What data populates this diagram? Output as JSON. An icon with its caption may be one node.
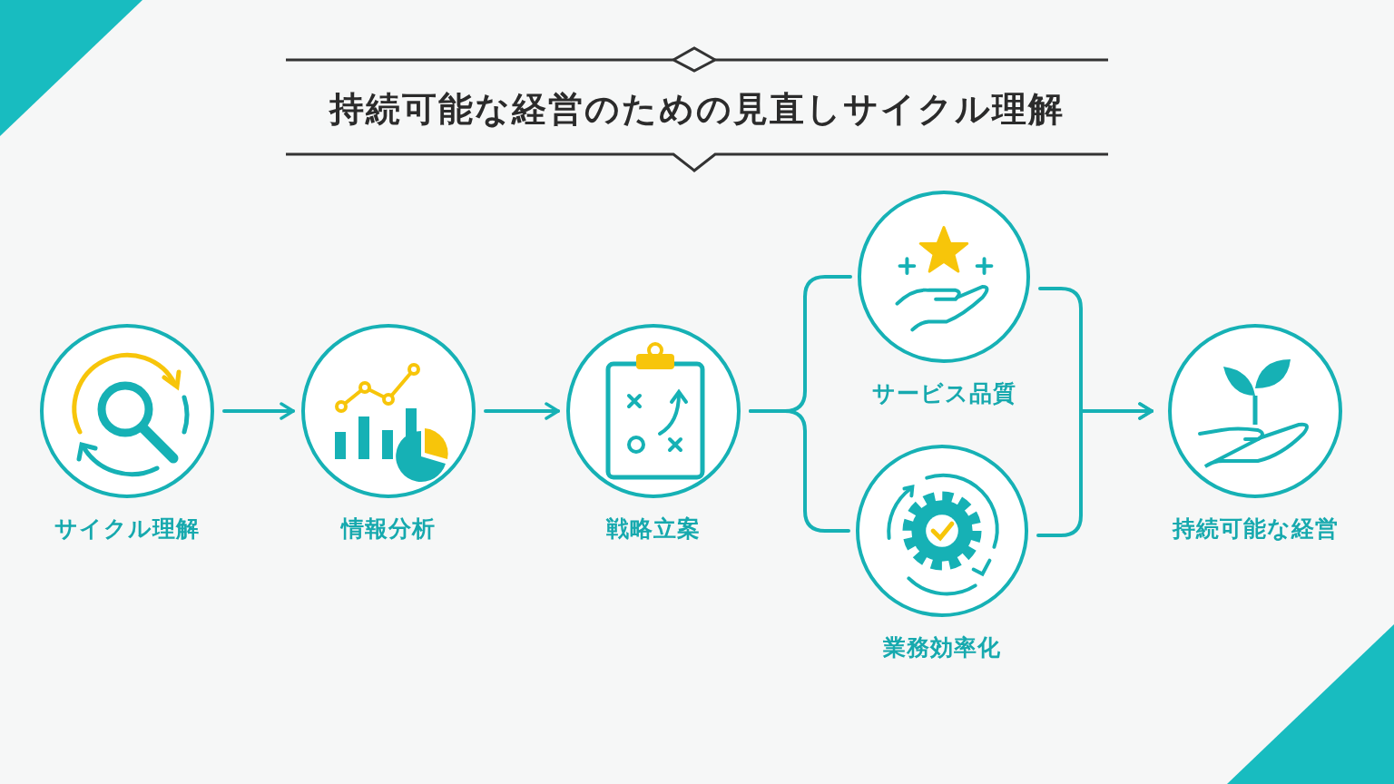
{
  "diagram": {
    "title": "持続可能な経営のための見直しサイクル理解",
    "nodes": [
      {
        "text": [
          "サイクル理解"
        ]
      },
      {
        "text": [
          "情報分析"
        ]
      },
      {
        "text": [
          "戦略立案"
        ]
      },
      {
        "text": [
          "サービス品質"
        ]
      },
      {
        "text": [
          "業務効率化"
        ]
      },
      {
        "text": [
          "持続可能な経営"
        ]
      }
    ],
    "edges": [
      {
        "from": 0,
        "to": 1,
        "arrow": "to"
      },
      {
        "from": 1,
        "to": 2,
        "arrow": "to"
      },
      {
        "from": 2,
        "to": 3,
        "arrow": "none"
      },
      {
        "from": 2,
        "to": 4,
        "arrow": "none"
      },
      {
        "from": 3,
        "to": 5,
        "arrow": "to"
      },
      {
        "from": 4,
        "to": 5,
        "arrow": "to"
      }
    ]
  }
}
